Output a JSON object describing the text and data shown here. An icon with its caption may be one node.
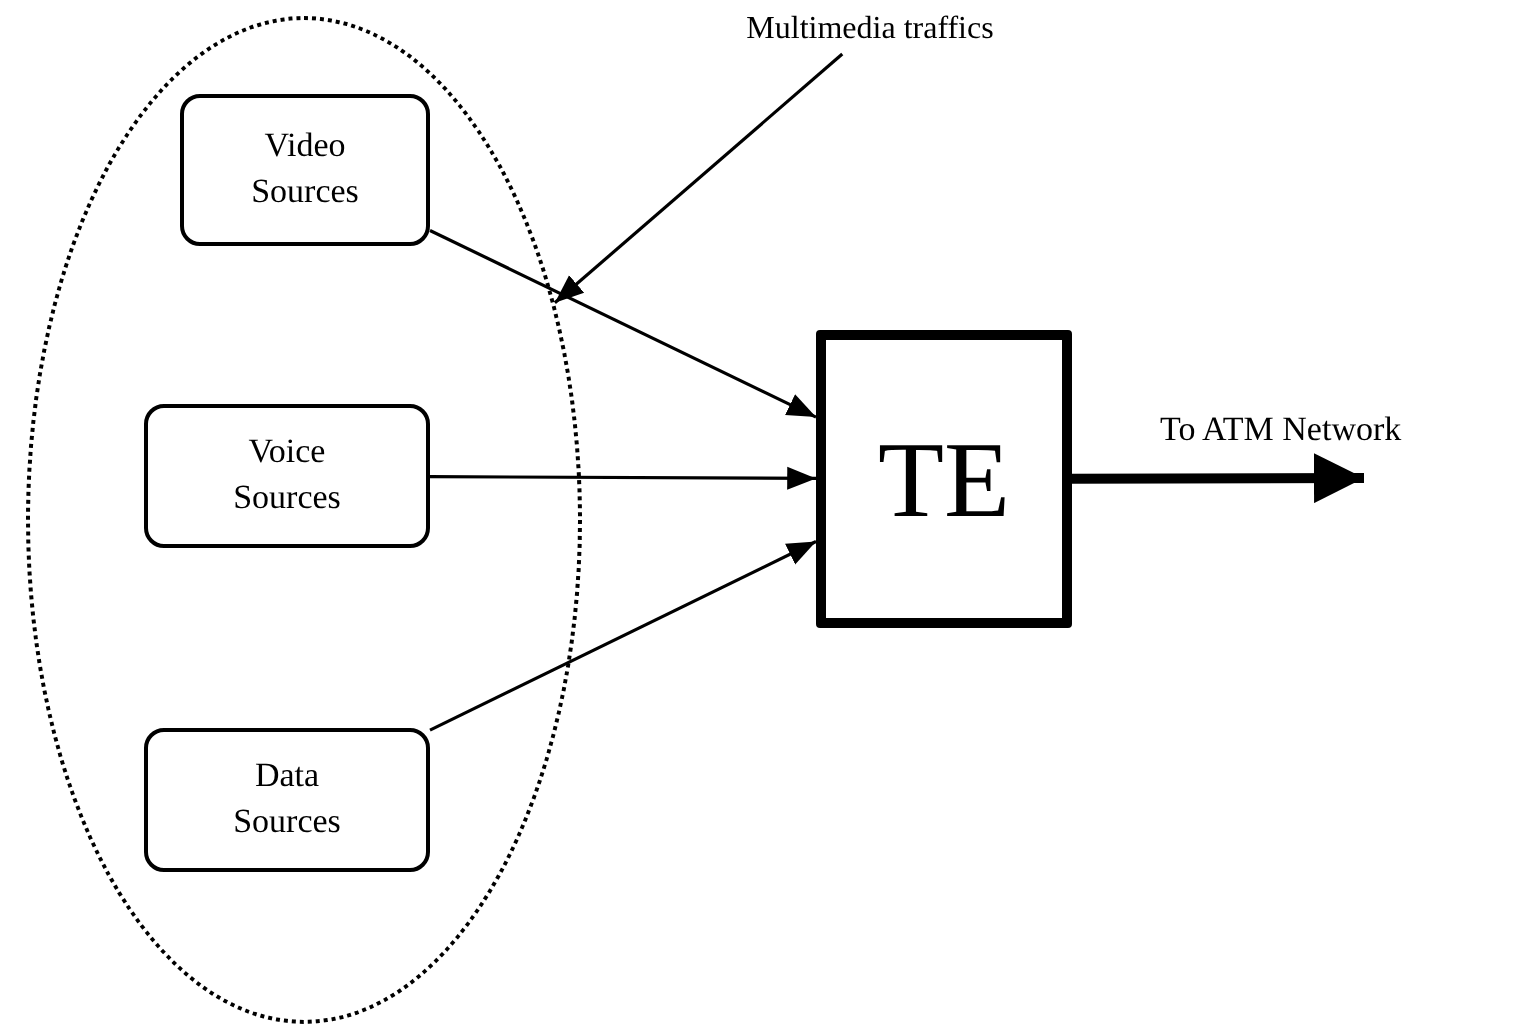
{
  "diagram": {
    "nodes": [
      {
        "text": [],
        "shape": "ellipse"
      },
      {
        "text": [
          "Video Sources"
        ],
        "in": 0
      },
      {
        "text": [
          "Voice Sources"
        ],
        "in": 0
      },
      {
        "text": [
          "Data Sources"
        ],
        "in": 0
      },
      {
        "text": [
          "TE"
        ]
      },
      {
        "text": [
          "Multimedia traffics"
        ]
      }
    ],
    "edges": [
      {
        "from": 1,
        "to": 4,
        "arrow": "to"
      },
      {
        "from": 2,
        "to": 4,
        "arrow": "to"
      },
      {
        "from": 3,
        "to": 4,
        "arrow": "to"
      },
      {
        "from": 5,
        "to": 0,
        "arrow": "to"
      },
      {
        "from": 4,
        "to": null,
        "arrow": "to",
        "label": "To ATM Network",
        "style": "thick"
      }
    ]
  }
}
